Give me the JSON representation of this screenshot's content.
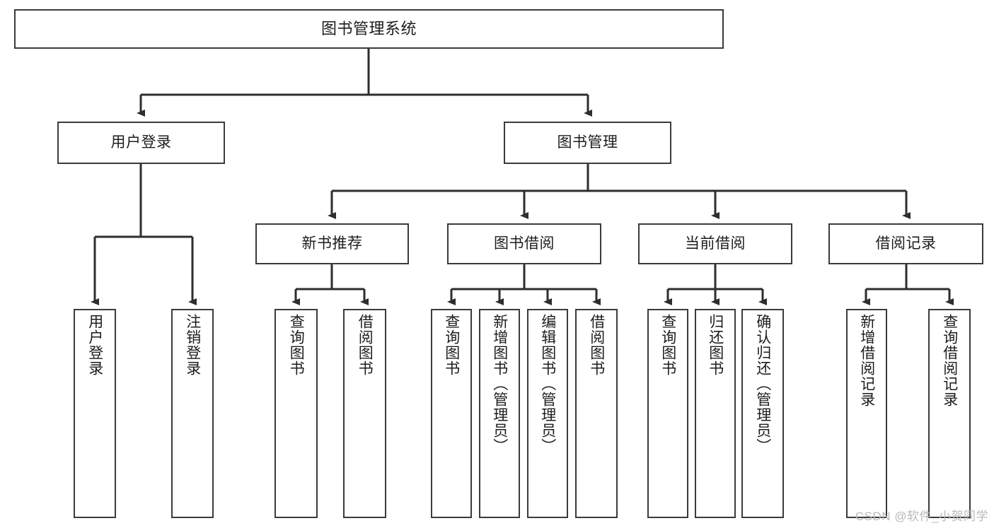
{
  "diagram": {
    "title": "图书管理系统",
    "type": "hierarchy-tree",
    "root": {
      "label": "图书管理系统"
    },
    "level1": [
      {
        "label": "用户登录"
      },
      {
        "label": "图书管理"
      }
    ],
    "level2": [
      {
        "label": "新书推荐"
      },
      {
        "label": "图书借阅"
      },
      {
        "label": "当前借阅"
      },
      {
        "label": "借阅记录"
      }
    ],
    "leaves": {
      "user_login": [
        {
          "label": "用户登录"
        },
        {
          "label": "注销登录"
        }
      ],
      "new_book_recommend": [
        {
          "label": "查询图书"
        },
        {
          "label": "借阅图书"
        }
      ],
      "book_borrow": [
        {
          "label": "查询图书"
        },
        {
          "label": "新增图书（管理员）"
        },
        {
          "label": "编辑图书（管理员）"
        },
        {
          "label": "借阅图书"
        }
      ],
      "current_borrow": [
        {
          "label": "查询图书"
        },
        {
          "label": "归还图书"
        },
        {
          "label": "确认归还（管理员）"
        }
      ],
      "borrow_record": [
        {
          "label": "新增借阅记录"
        },
        {
          "label": "查询借阅记录"
        }
      ]
    }
  },
  "watermark": {
    "text": "CSDN @软件_小贺同学"
  },
  "colors": {
    "border": "#3b3b3b",
    "text": "#1d1d1d",
    "background": "#ffffff",
    "watermark": "#b9b9b9"
  }
}
